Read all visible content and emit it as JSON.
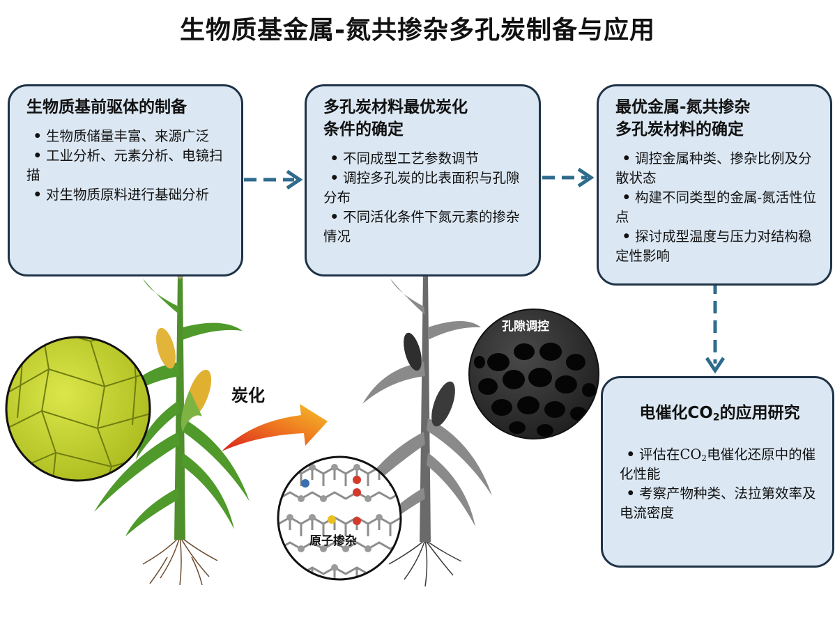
{
  "title": "生物质基金属-氮共掺杂多孔炭制备与应用",
  "boxes": {
    "b1": {
      "title": "生物质基前驱体的制备",
      "items": [
        "生物质储量丰富、来源广泛",
        "工业分析、元素分析、电镜扫描",
        "对生物质原料进行基础分析"
      ]
    },
    "b2": {
      "title_line1": "多孔炭材料最优炭化",
      "title_line2": "条件的确定",
      "items": [
        "不同成型工艺参数调节",
        "调控多孔炭的比表面积与孔隙分布",
        "不同活化条件下氮元素的掺杂情况"
      ]
    },
    "b3": {
      "title_line1": "最优金属-氮共掺杂",
      "title_line2": "多孔炭材料的确定",
      "items": [
        "调控金属种类、掺杂比例及分散状态",
        "构建不同类型的金属-氮活性位点",
        "探讨成型温度与压力对结构稳定性影响"
      ]
    },
    "b4": {
      "title_pre": "电催化CO",
      "title_sub": "2",
      "title_post": "的应用研究",
      "item1_pre": "评估在CO",
      "item1_sub": "2",
      "item1_post": "电催化还原中的催化性能",
      "item2": "考察产物种类、法拉第效率及电流密度"
    }
  },
  "labels": {
    "carbonize": "炭化",
    "pore": "孔隙调控",
    "atom": "原子掺杂"
  },
  "bullet": "•",
  "colors": {
    "box_fill": "#dbe7f2",
    "box_border": "#1f3347",
    "arrow": "#2f6b8c",
    "cell": "#c8d72a",
    "porous": "#2e2e2e",
    "nitrogen_atom": "#3a6fb0",
    "oxygen_atom": "#d33a2c",
    "sulfur_atom": "#e8c020"
  }
}
